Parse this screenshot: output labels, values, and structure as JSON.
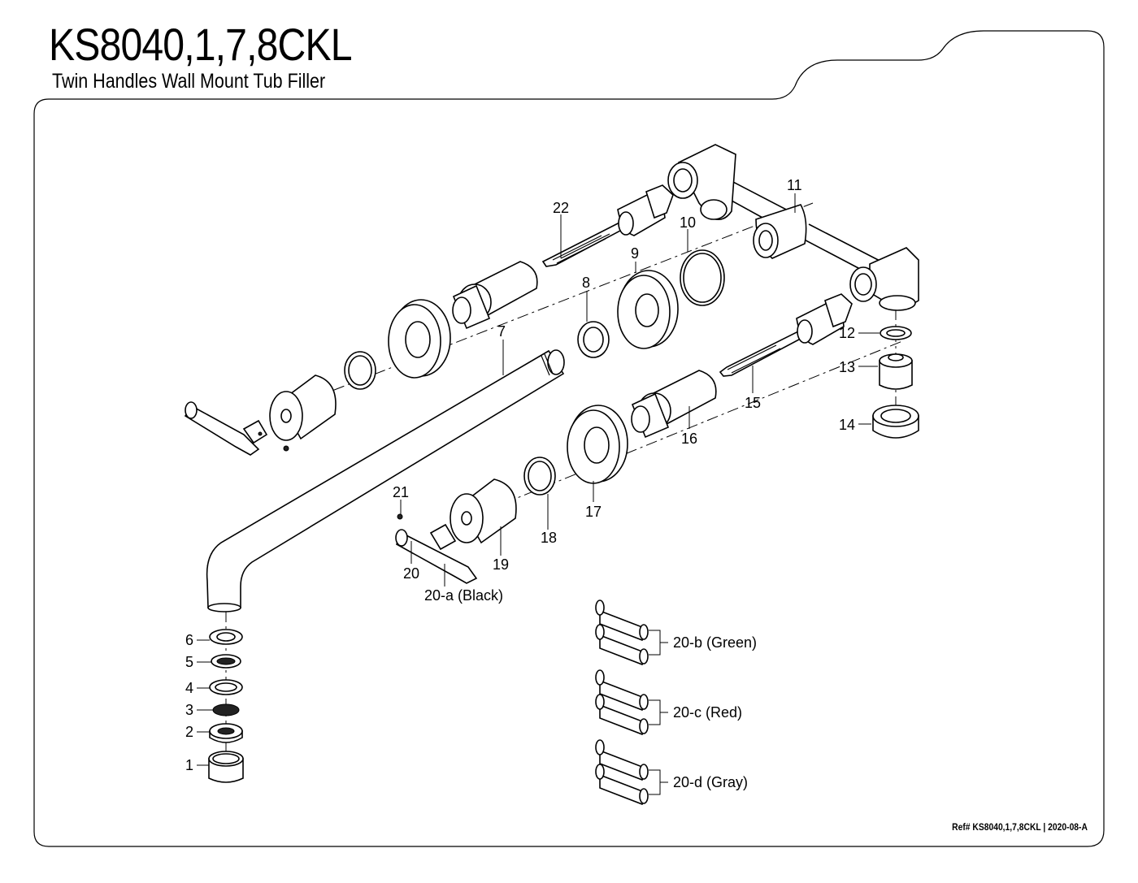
{
  "header": {
    "title": "KS8040,1,7,8CKL",
    "subtitle": "Twin Handles Wall Mount Tub Filler"
  },
  "footer": {
    "ref_label": "Ref# KS8040,1,7,8CKL",
    "separator": "|",
    "revision": "2020-08-A"
  },
  "callouts": {
    "p1": "1",
    "p2": "2",
    "p3": "3",
    "p4": "4",
    "p5": "5",
    "p6": "6",
    "p7": "7",
    "p8": "8",
    "p9": "9",
    "p10": "10",
    "p11": "11",
    "p12": "12",
    "p13": "13",
    "p14": "14",
    "p15": "15",
    "p16": "16",
    "p17": "17",
    "p18": "18",
    "p19": "19",
    "p20": "20",
    "p20a": "20-a (Black)",
    "p21": "21",
    "p22": "22",
    "p20b": "20-b (Green)",
    "p20c": "20-c (Red)",
    "p20d": "20-d (Gray)"
  }
}
